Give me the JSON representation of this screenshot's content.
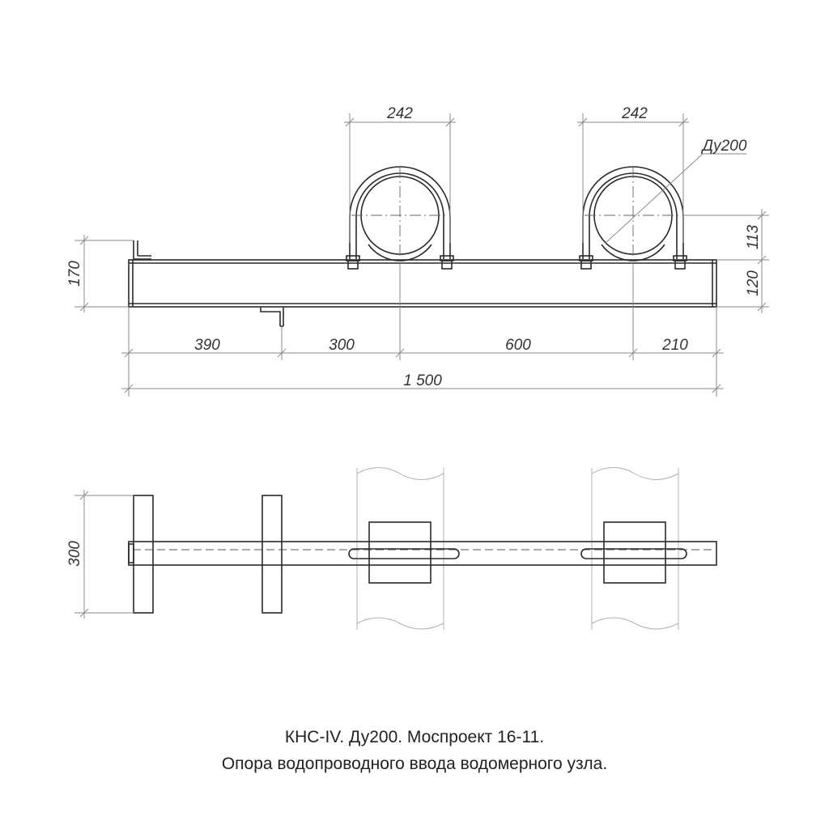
{
  "dimensions": {
    "clamp_width_1": "242",
    "clamp_width_2": "242",
    "pipe_diameter": "Ду200",
    "height_total": "170",
    "pipe_offset": "113",
    "beam_height": "120",
    "seg_1": "390",
    "seg_2": "300",
    "seg_3": "600",
    "seg_4": "210",
    "total_length": "1 500",
    "plan_width": "300"
  },
  "caption": {
    "line1": "КНС-IV. Ду200. Моспроект 16-11.",
    "line2": "Опора водопроводного ввода водомерного узла."
  }
}
